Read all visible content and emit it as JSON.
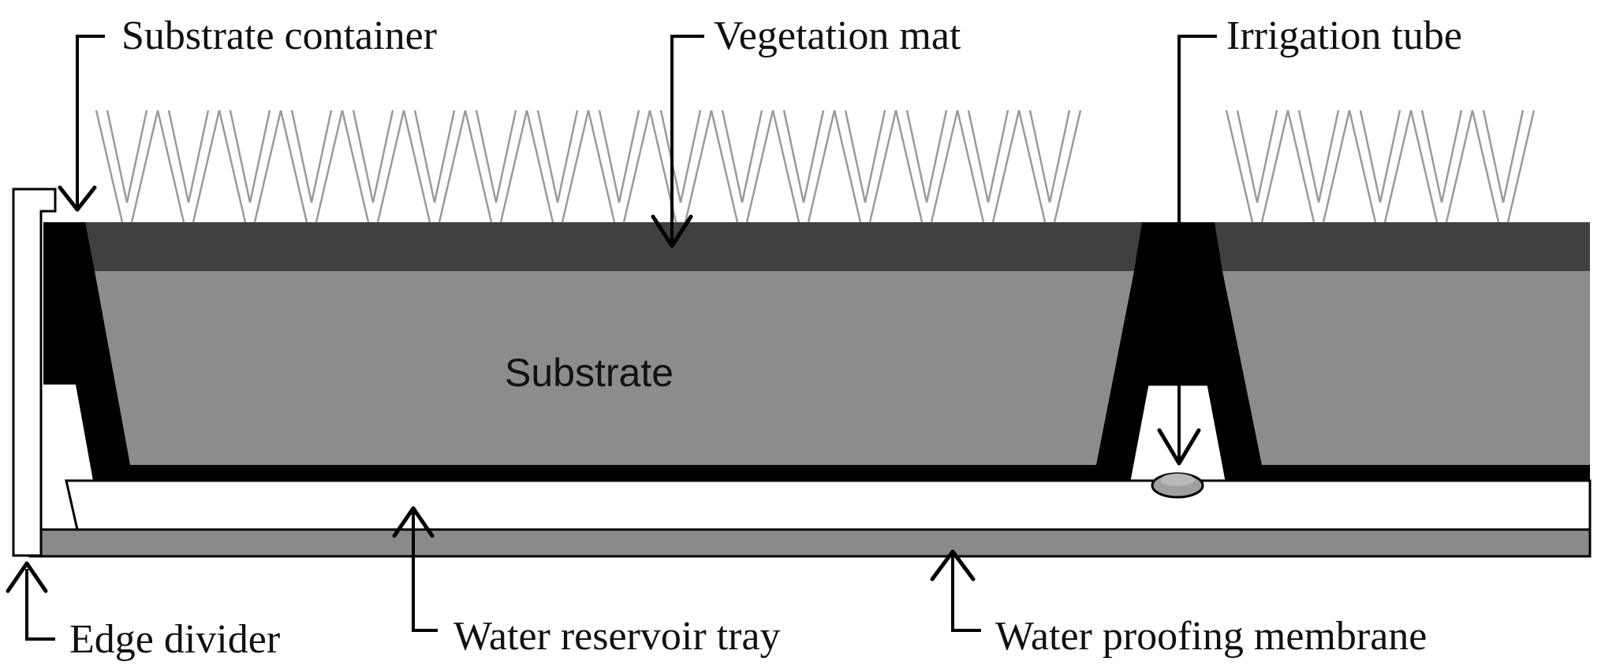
{
  "labels": {
    "substrate_container": "Substrate container",
    "vegetation_mat": "Vegetation mat",
    "irrigation_tube": "Irrigation tube",
    "substrate": "Substrate",
    "edge_divider": "Edge divider",
    "water_reservoir_tray": "Water reservoir tray",
    "water_proofing_membrane": "Water proofing membrane"
  },
  "colors": {
    "container_black": "#000000",
    "vegetation_mat_dark": "#404040",
    "substrate_gray": "#8c8c8c",
    "membrane_gray": "#8a8a8a",
    "grass_stroke": "#9a9a9a",
    "tube_fill": "#9f9f9f",
    "background": "#ffffff"
  }
}
